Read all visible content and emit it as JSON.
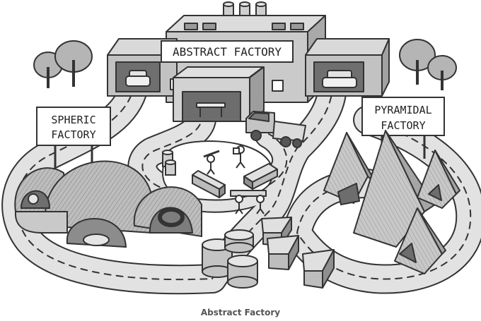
{
  "signs": {
    "main": "ABSTRACT FACTORY",
    "left_line1": "SPHERIC",
    "left_line2": "FACTORY",
    "right_line1": "PYRAMIDAL",
    "right_line2": "FACTORY"
  },
  "caption": "Abstract Factory",
  "colors": {
    "ink": "#333333",
    "road": "#d9d9d9",
    "building": "#c9c9c9",
    "dark": "#8f8f8f",
    "light": "#ededed",
    "background": "#ffffff"
  }
}
